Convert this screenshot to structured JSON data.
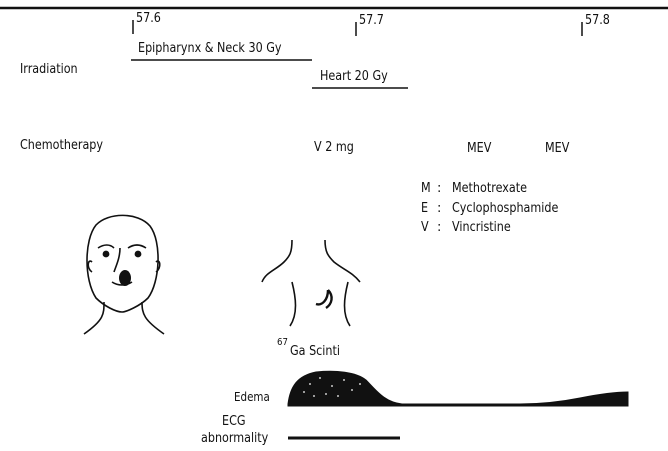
{
  "timeline": {
    "ticks": [
      "57.6",
      "57.7",
      "57.8"
    ]
  },
  "irradiation": {
    "label": "Irradiation",
    "course1": "Epipharynx & Neck  30 Gy",
    "course2": "Heart  20 Gy"
  },
  "chemotherapy": {
    "label": "Chemotherapy",
    "doses": [
      "V  2 mg",
      "MEV",
      "MEV"
    ]
  },
  "legend": {
    "items": [
      {
        "key": "M",
        "sep": ":",
        "value": "Methotrexate"
      },
      {
        "key": "E",
        "sep": ":",
        "value": "Cyclophosphamide"
      },
      {
        "key": "V",
        "sep": ":",
        "value": "Vincristine"
      }
    ]
  },
  "scinti": {
    "superscript": "67",
    "label": "Ga  Scinti"
  },
  "edema": {
    "label": "Edema"
  },
  "ecg": {
    "label_line1": "ECG",
    "label_line2": "abnormality"
  }
}
